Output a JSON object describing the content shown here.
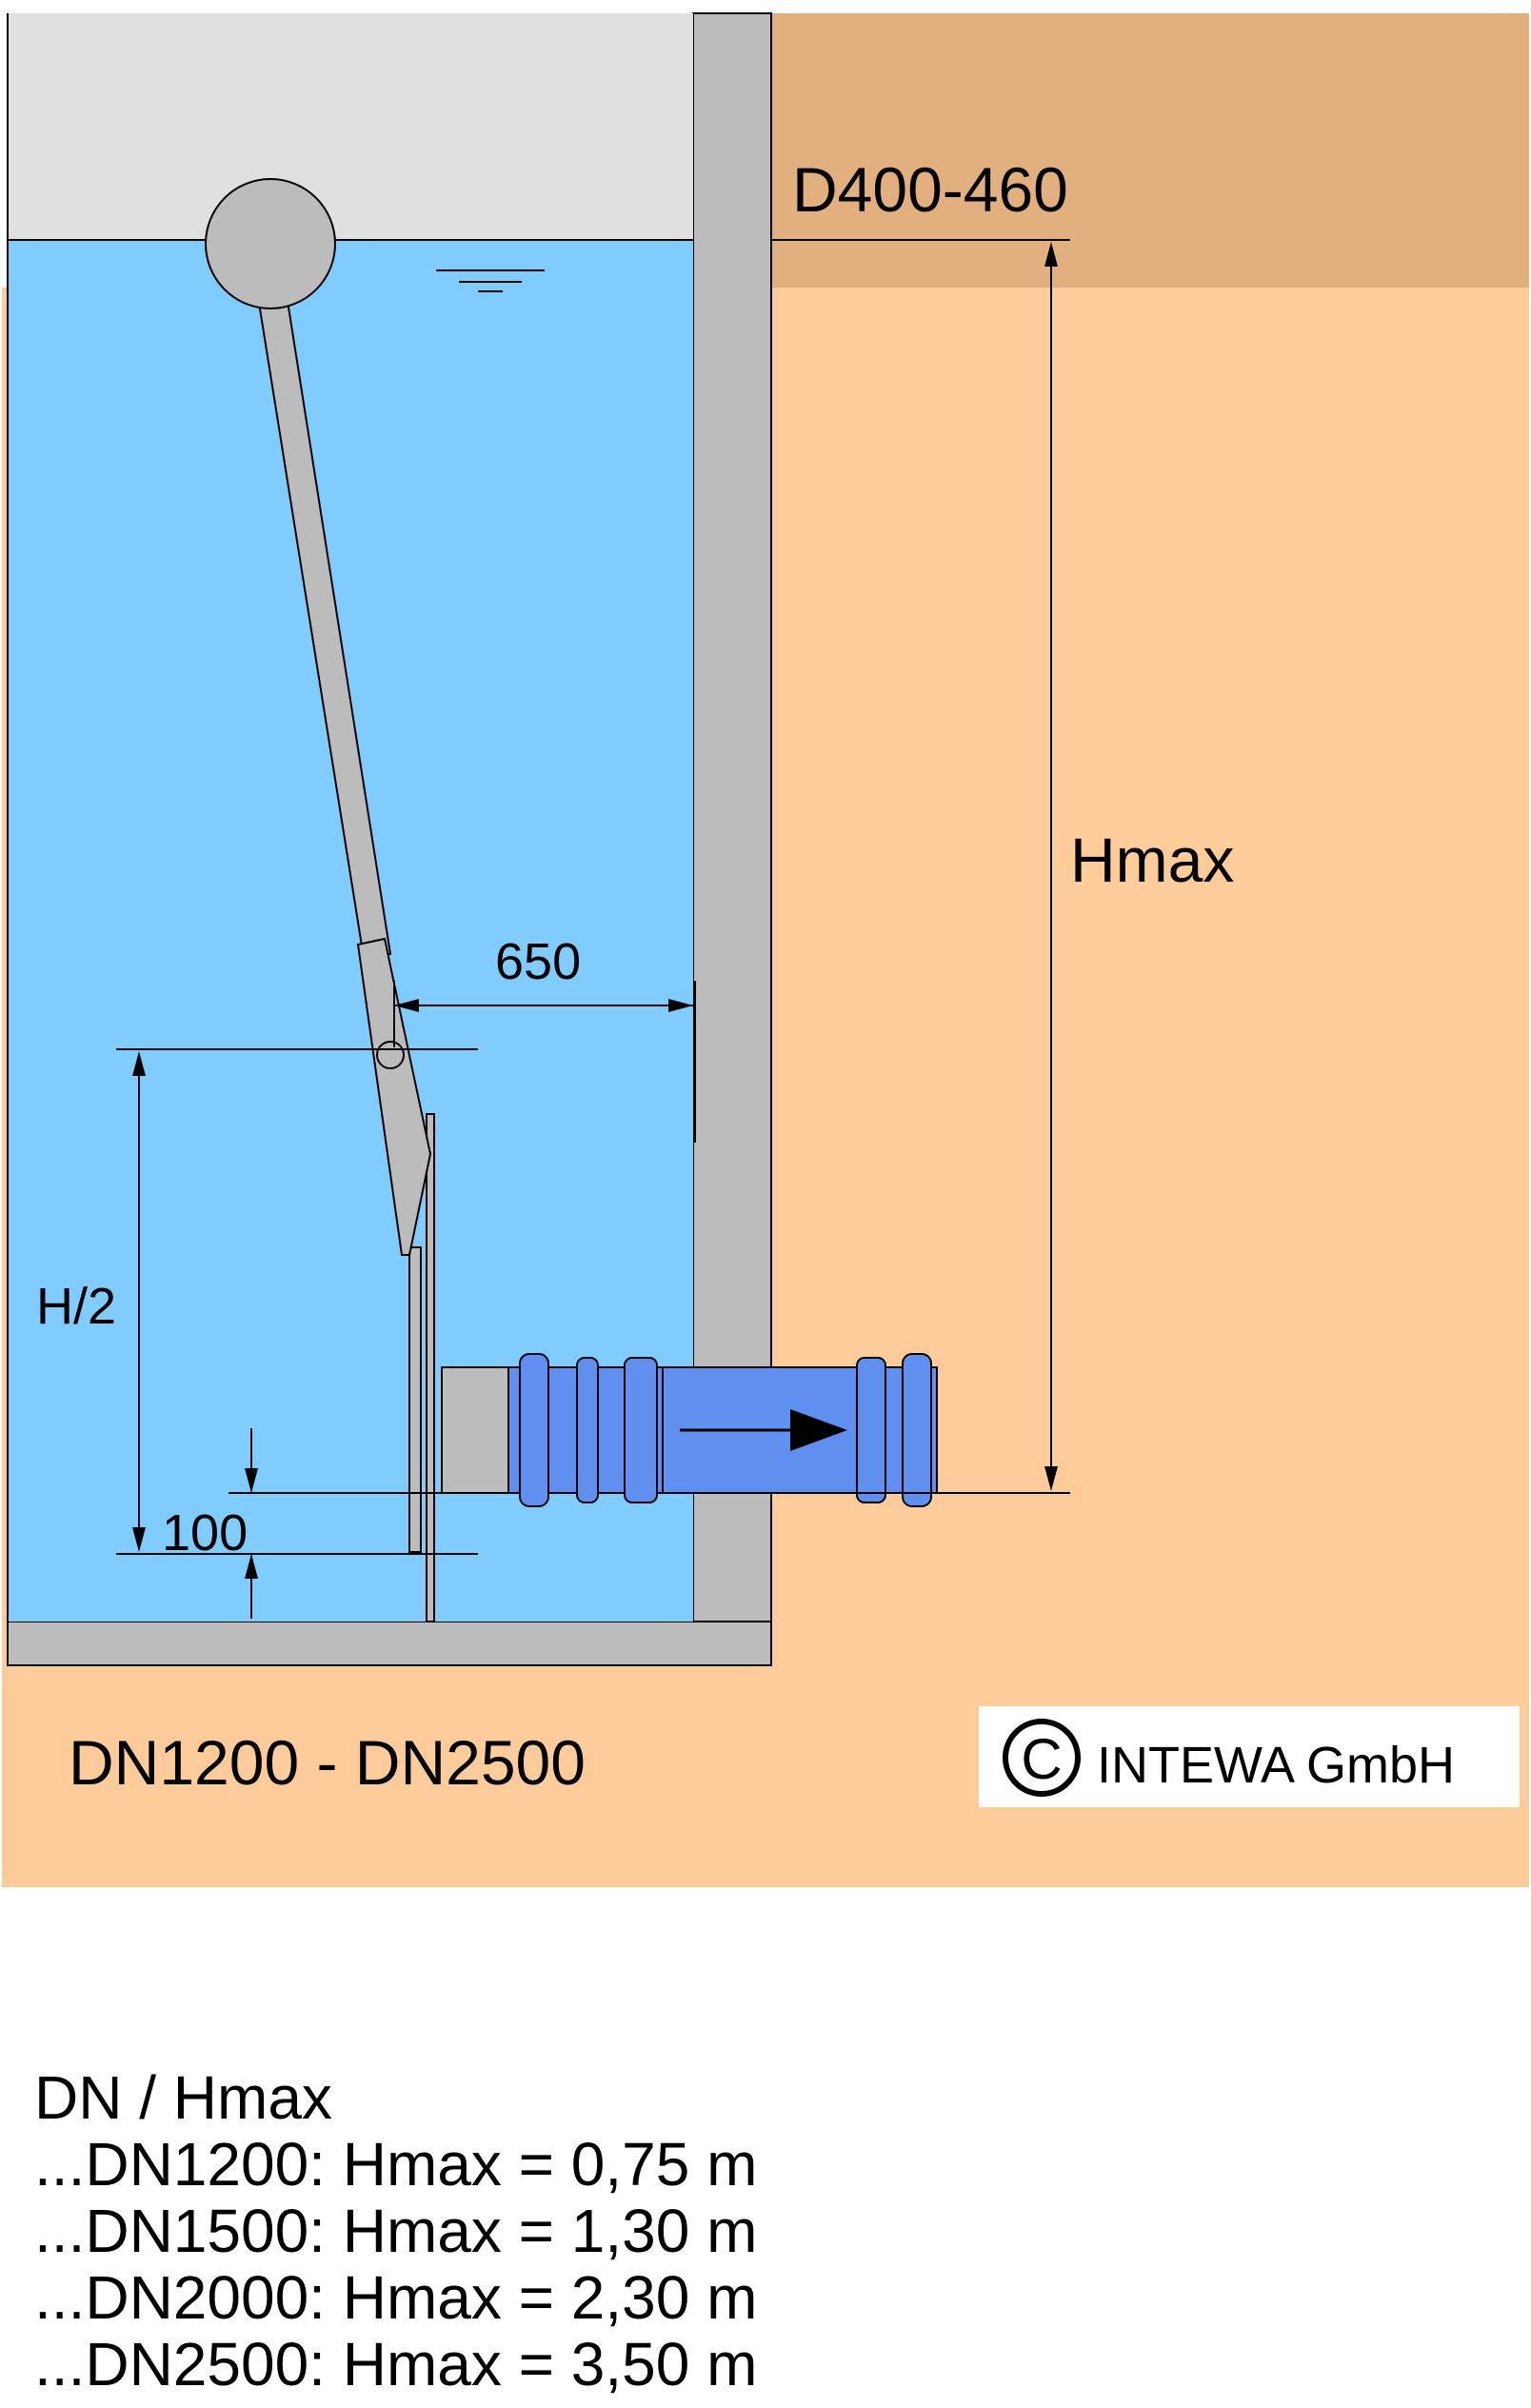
{
  "labels": {
    "cover": "D400-460",
    "hmax": "Hmax",
    "dim_650": "650",
    "h_half": "H/2",
    "dim_100": "100",
    "dn_range": "DN1200 - DN2500",
    "copyright_symbol": "C",
    "copyright": "INTEWA GmbH"
  },
  "legend": {
    "title": "DN / Hmax",
    "rows": [
      "...DN1200: Hmax = 0,75 m",
      "...DN1500: Hmax = 1,30 m",
      "...DN2000: Hmax = 2,30 m",
      "...DN2500: Hmax = 3,50 m"
    ]
  },
  "colors": {
    "water": "#80ccff",
    "air": "#e0e0e0",
    "concrete": "#bcbcbc",
    "soil": "#fecb9b",
    "topsoil": "#e2b07f",
    "pipe": "#5f8fef",
    "pipe_dark": "#3f64c0"
  }
}
